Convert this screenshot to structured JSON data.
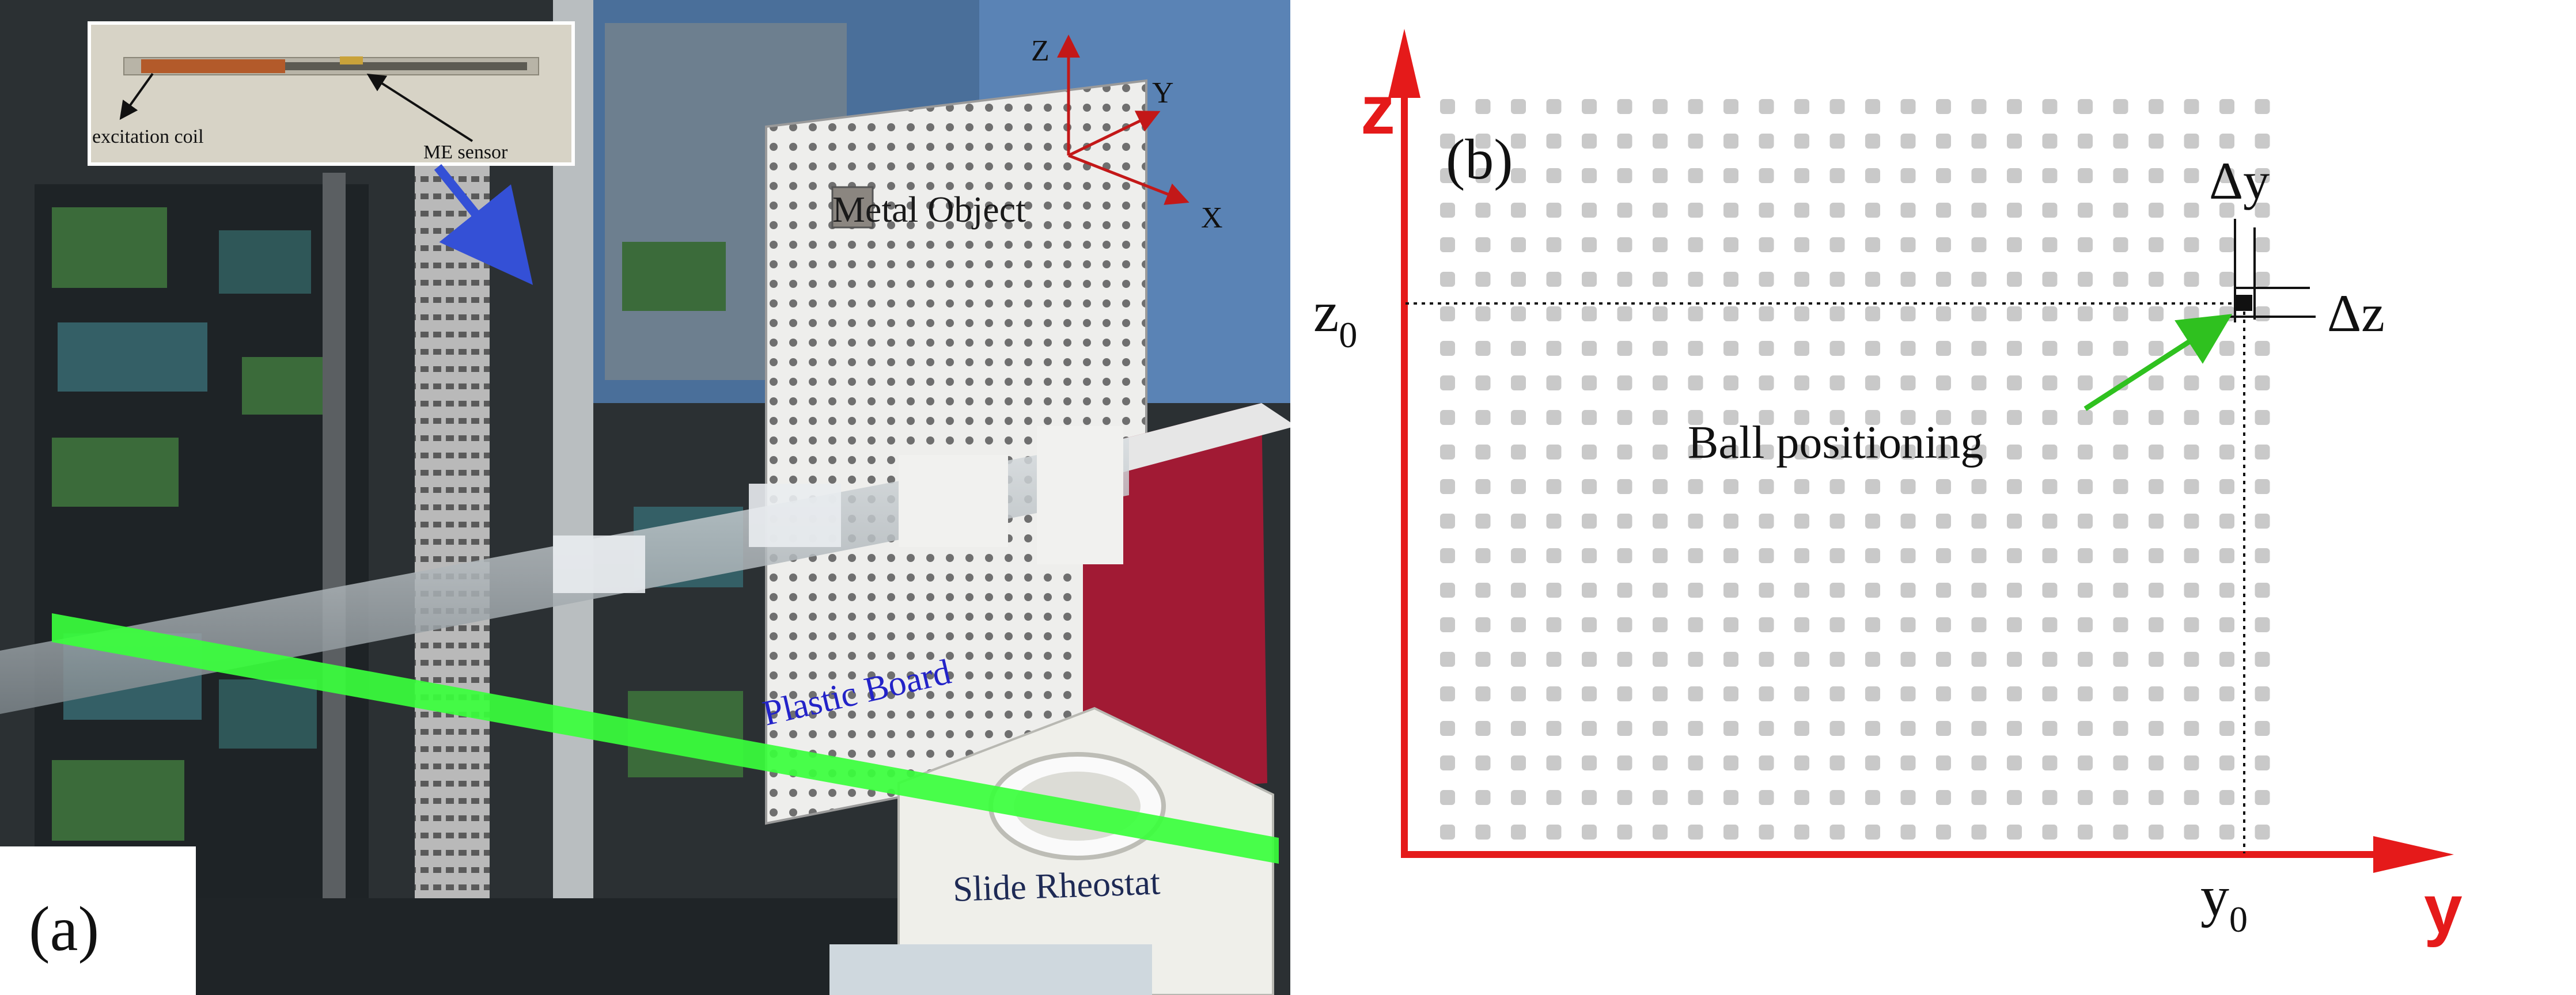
{
  "panel_a": {
    "label": "(a)",
    "inset": {
      "coil_label": "excitation coil",
      "sensor_label": "ME sensor"
    },
    "axes": {
      "z": "Z",
      "y": "Y",
      "x": "X"
    },
    "labels": {
      "metal_object": "Metal Object",
      "plastic_board": "Plastic Board",
      "slide_rheostat": "Slide Rheostat"
    },
    "colors": {
      "plastic_board_text": "#2323c8",
      "slide_rheostat_text": "#1e2a55",
      "tube": "#39ff3c",
      "arrow_blue": "#3450d6"
    }
  },
  "panel_b": {
    "label": "(b)",
    "axes": {
      "z": "z",
      "y": "y",
      "z0": "z",
      "z0_sub": "0",
      "y0": "y",
      "y0_sub": "0"
    },
    "labels": {
      "delta_y": "Δy",
      "delta_z": "Δz",
      "ball": "Ball positioning"
    },
    "colors": {
      "axis": "#e51a1a",
      "grid_dot": "#c9c9c9",
      "arrow_green": "#2fc11f"
    }
  }
}
